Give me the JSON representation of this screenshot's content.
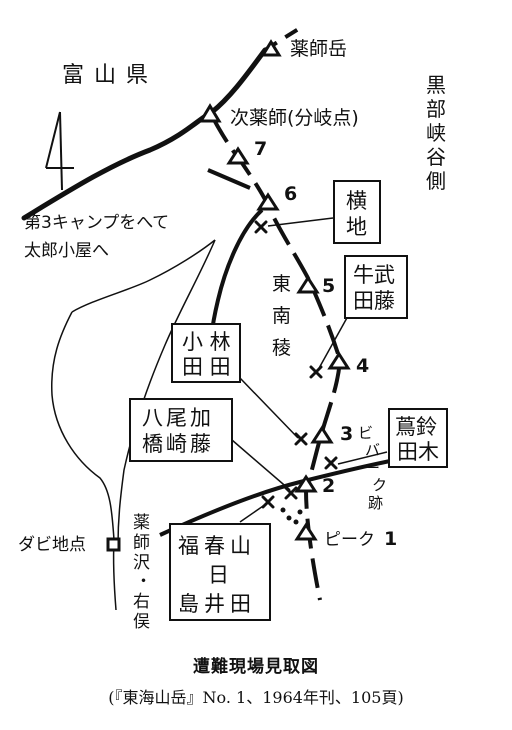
{
  "map": {
    "region": "富山県",
    "peak_yakushi": "薬師岳",
    "peak_branch": "次薬師(分岐点)",
    "kurobe_side": [
      "黒",
      "部",
      "峡",
      "谷",
      "側"
    ],
    "camp_route": [
      "第3キャンプをへて",
      "太郎小屋へ"
    ],
    "ridge": [
      "東",
      "南",
      "稜"
    ],
    "valley": [
      "薬",
      "師",
      "沢",
      "・",
      "右",
      "俣"
    ],
    "dabi_point": "ダビ地点",
    "bivouac": [
      "ビ",
      "バ",
      "ー",
      "ク",
      "跡"
    ],
    "peak1": "ピーク",
    "numbers": [
      "7",
      "6",
      "5",
      "4",
      "3",
      "2",
      "1"
    ],
    "boxes": {
      "yokochi": [
        "横",
        "地"
      ],
      "takefuji": [
        "牛武",
        "田藤"
      ],
      "kobayashi": [
        "小 林",
        "田 田"
      ],
      "hashizaki": [
        "八尾加",
        "橋崎藤"
      ],
      "suzuki": [
        "蔦鈴",
        "田木"
      ],
      "fukushima": [
        "福春山",
        "日",
        "島井田"
      ]
    }
  },
  "caption": {
    "title": "遭難現場見取図",
    "source": "(『東海山岳』No. 1、1964年刊、105頁)"
  }
}
